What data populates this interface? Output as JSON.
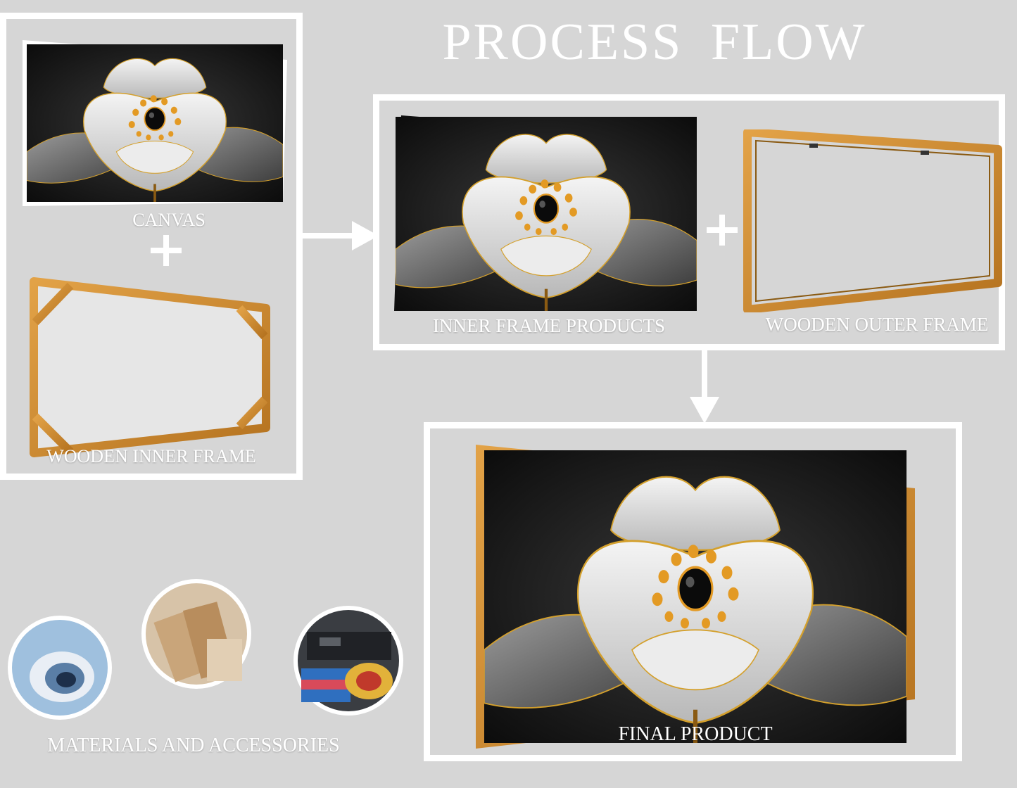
{
  "title": "PROCESS FLOW",
  "labels": {
    "canvas": "CANVAS",
    "wooden_inner_frame": "WOODEN INNER FRAME",
    "inner_frame_products": "INNER FRAME PRODUCTS",
    "wooden_outer_frame": "WOODEN OUTER FRAME",
    "final_product": "FINAL PRODUCT",
    "materials": "MATERIALS AND ACCESSORIES"
  },
  "colors": {
    "background": "#d6d6d6",
    "frame_lines": "#ffffff",
    "wood": "#c98a2a",
    "gold_stamen": "#e39a24",
    "painting_dark": "#141414"
  },
  "icons": [
    "plus-icon",
    "arrow-right-icon",
    "arrow-down-icon"
  ]
}
